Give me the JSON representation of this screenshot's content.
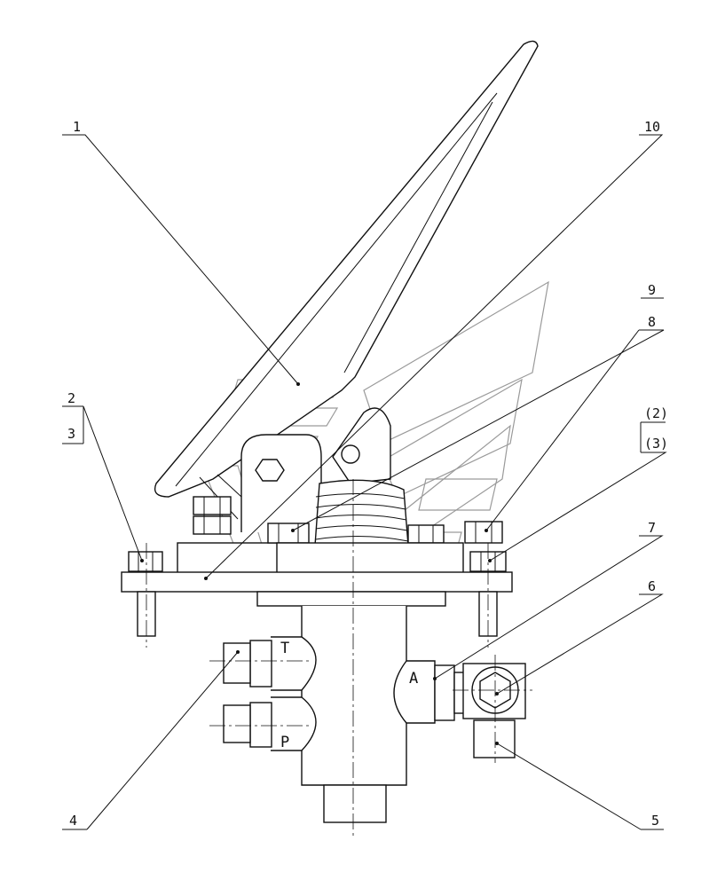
{
  "callouts": [
    {
      "id": "c1",
      "label": "1"
    },
    {
      "id": "c10",
      "label": "10"
    },
    {
      "id": "c9",
      "label": "9"
    },
    {
      "id": "c8",
      "label": "8"
    },
    {
      "id": "c2",
      "label": "2"
    },
    {
      "id": "c3",
      "label": "3"
    },
    {
      "id": "c2b",
      "label": "(2)"
    },
    {
      "id": "c3b",
      "label": "(3)"
    },
    {
      "id": "c7",
      "label": "7"
    },
    {
      "id": "c6",
      "label": "6"
    },
    {
      "id": "c4",
      "label": "4"
    },
    {
      "id": "c5",
      "label": "5"
    }
  ],
  "ports": {
    "t": "T",
    "p": "P",
    "a": "A"
  },
  "colors": {
    "line": "#111111",
    "watermark": "#9a9a9a"
  }
}
